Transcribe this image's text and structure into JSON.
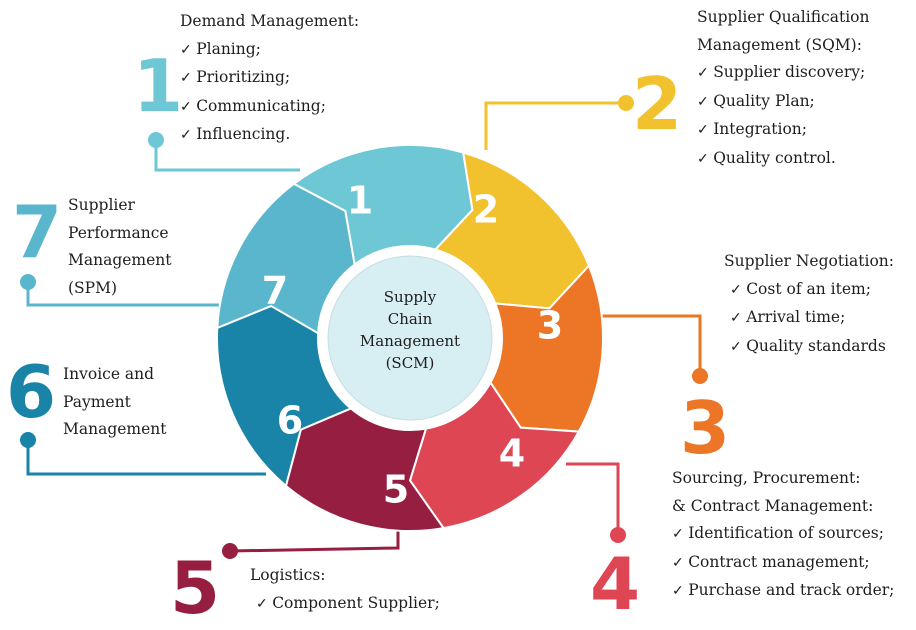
{
  "center": {
    "line1": "Supply",
    "line2": "Chain",
    "line3": "Management",
    "line4": "(SCM)"
  },
  "colors": {
    "step1": "#6ec7d5",
    "step2": "#f2c12e",
    "step3": "#ec7526",
    "step4": "#de4654",
    "step5": "#961e40",
    "step6": "#1a83a8",
    "step7": "#5ab6cd",
    "center_fill": "#d7eef2",
    "inner_ring": "#ffffff"
  },
  "steps": [
    {
      "number": "1",
      "title_lines": [
        "Demand Management:"
      ],
      "items": [
        "Planing;",
        "Prioritizing;",
        "Communicating;",
        "Influencing."
      ]
    },
    {
      "number": "2",
      "title_lines": [
        "Supplier Qualification",
        "Management (SQM):"
      ],
      "items": [
        "Supplier discovery;",
        "Quality Plan;",
        "Integration;",
        "Quality control."
      ]
    },
    {
      "number": "3",
      "title_lines": [
        "Supplier Negotiation:"
      ],
      "items": [
        "Cost of an item;",
        "Arrival time;",
        "Quality standards"
      ]
    },
    {
      "number": "4",
      "title_lines": [
        "Sourcing, Procurement:",
        "& Contract Management:"
      ],
      "items": [
        "Identification of sources;",
        "Contract management;",
        "Purchase and track order;"
      ]
    },
    {
      "number": "5",
      "title_lines": [
        "Logistics:"
      ],
      "items": [
        "Component Supplier;"
      ]
    },
    {
      "number": "6",
      "title_lines": [
        "Invoice and",
        "Payment",
        "Management"
      ],
      "items": []
    },
    {
      "number": "7",
      "title_lines": [
        "Supplier",
        "Performance",
        "Management",
        "(SPM)"
      ],
      "items": []
    }
  ]
}
